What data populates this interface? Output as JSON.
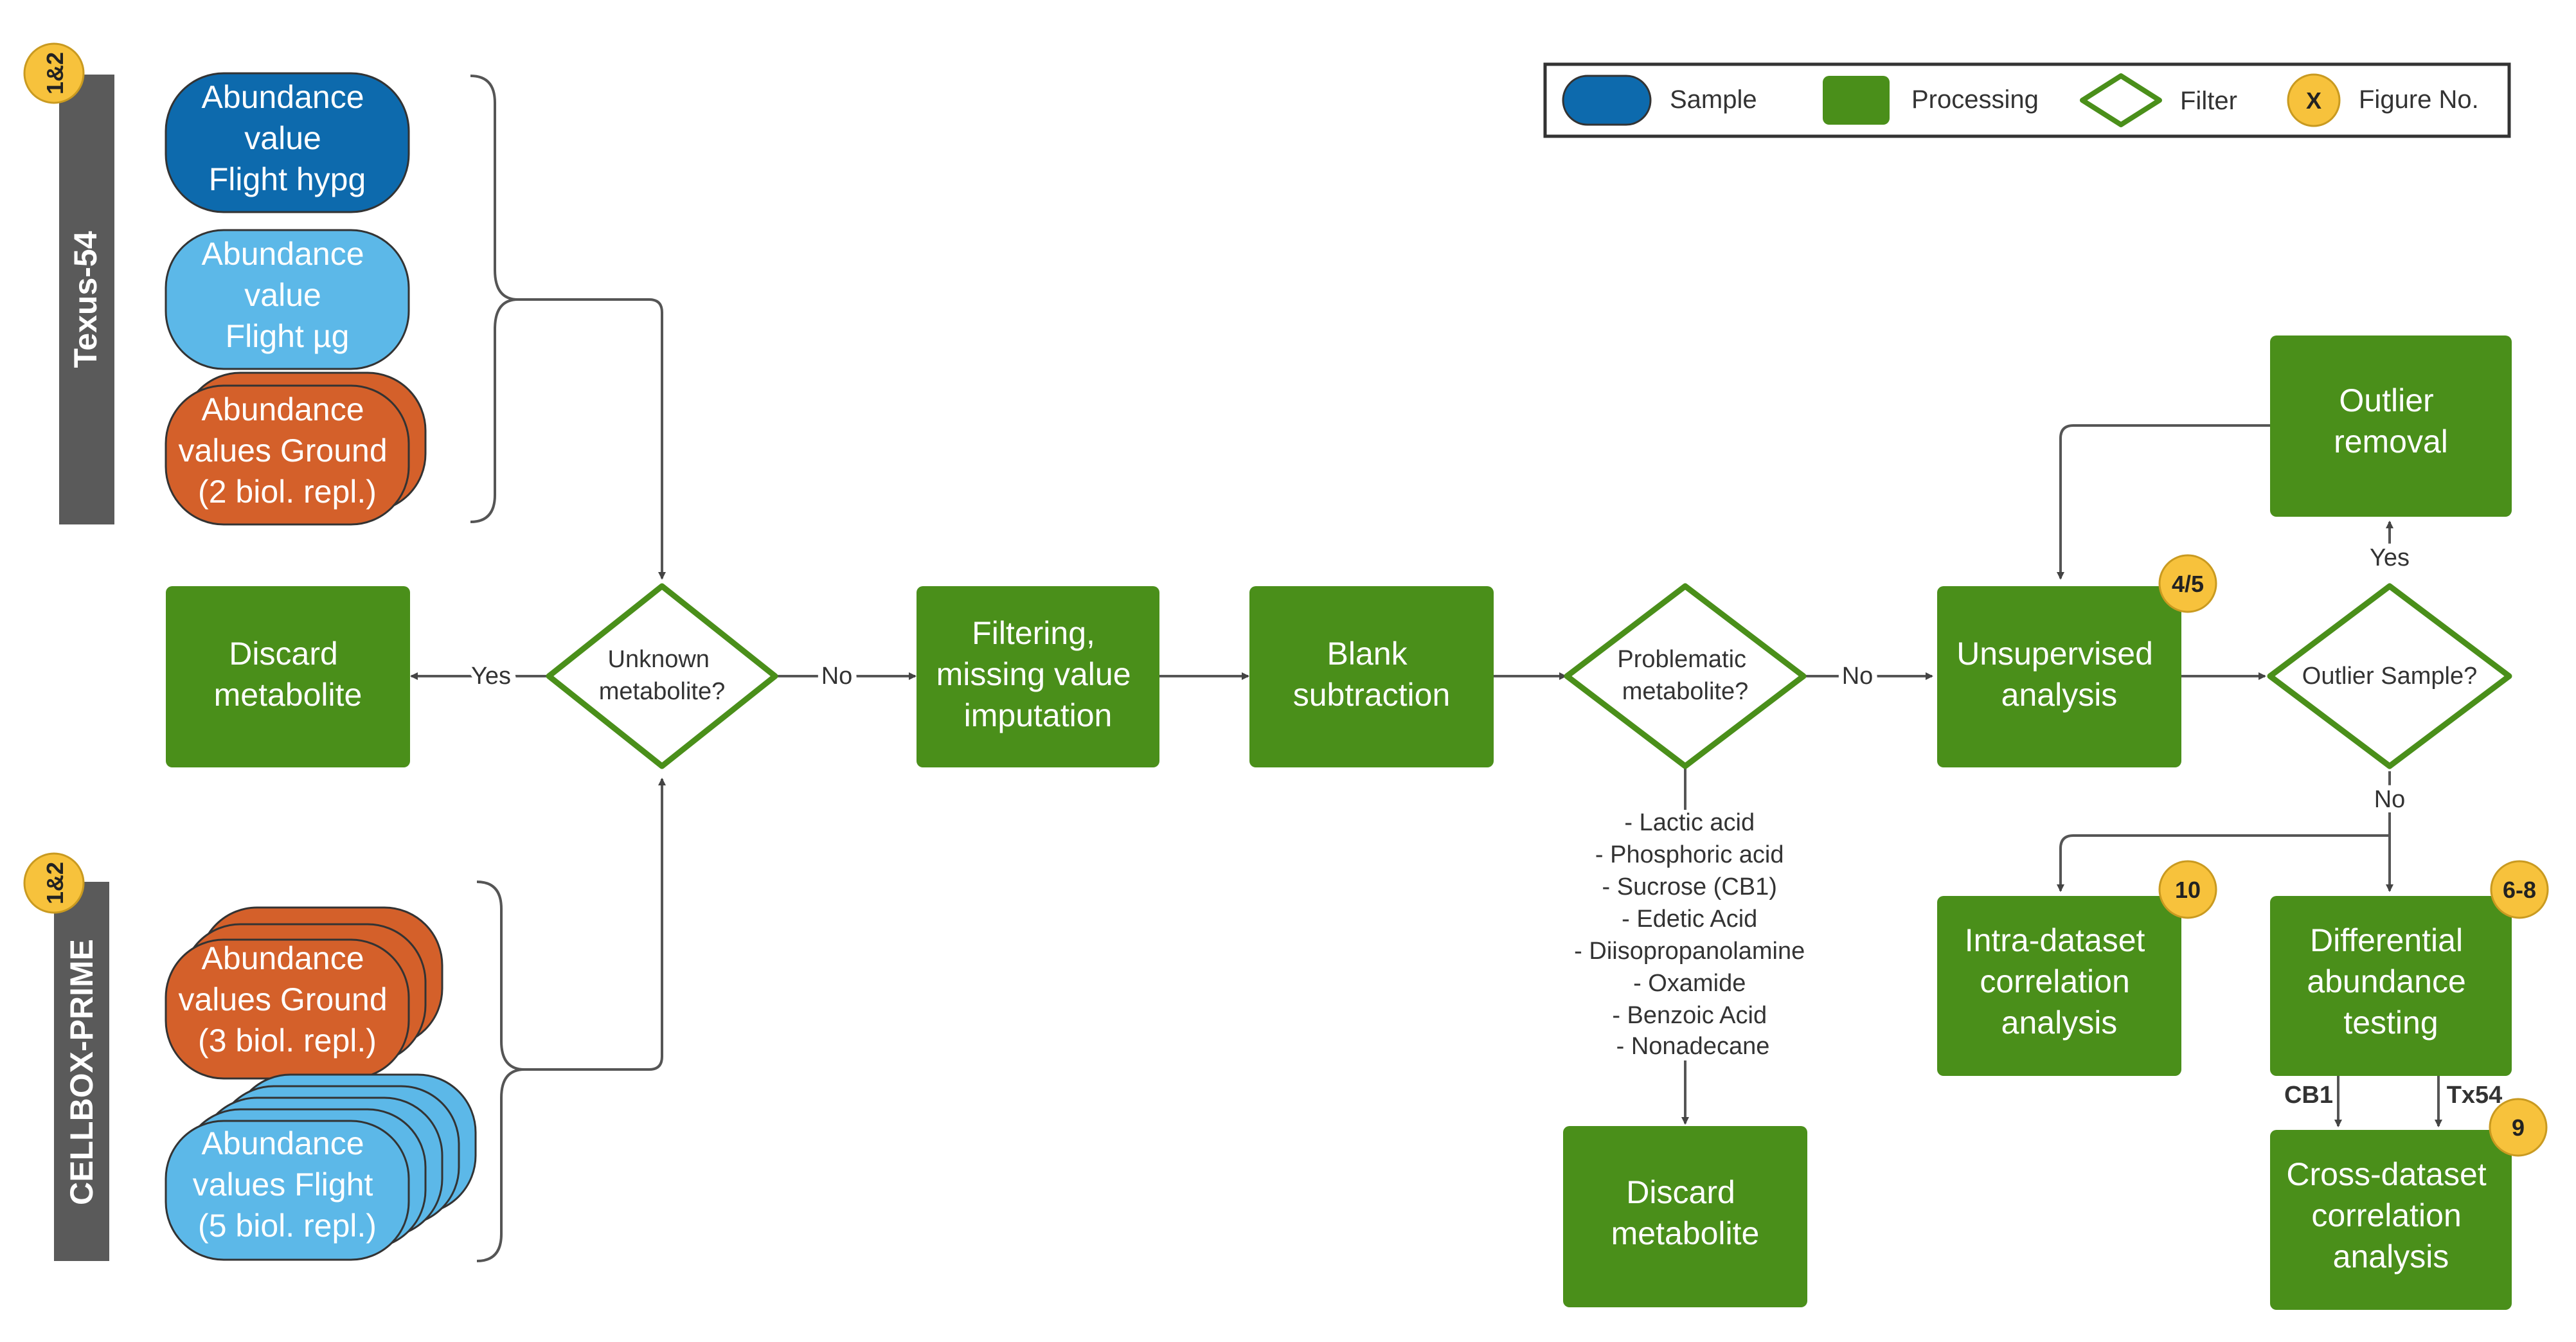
{
  "colors": {
    "sample_dark_blue": "#0d6aad",
    "sample_light_blue": "#5cb8e8",
    "sample_orange": "#d4602a",
    "processing_green": "#4a8f1a",
    "badge_yellow": "#f7c23c",
    "side_bar_gray": "#5a5a5a"
  },
  "legend": {
    "sample": "Sample",
    "processing": "Processing",
    "filter": "Filter",
    "figure_symbol": "X",
    "figure_no": "Figure No."
  },
  "groups": {
    "texus": {
      "label": "Texus-54",
      "badge": "1&2"
    },
    "cellbox": {
      "label": "CELLBOX-PRIME",
      "badge": "1&2"
    }
  },
  "samples": {
    "flight_hypg": [
      "Abundance",
      "value",
      "Flight hypg"
    ],
    "flight_ug": [
      "Abundance",
      "value",
      "Flight µg"
    ],
    "ground_texus": [
      "Abundance",
      "values Ground",
      "(2 biol. repl.)"
    ],
    "ground_cellbox": [
      "Abundance",
      "values Ground",
      "(3 biol. repl.)"
    ],
    "flight_cellbox": [
      "Abundance",
      "values Flight",
      "(5 biol. repl.)"
    ]
  },
  "processing": {
    "discard_left": [
      "Discard",
      "metabolite"
    ],
    "filtering": [
      "Filtering,",
      "missing value",
      "imputation"
    ],
    "blank": [
      "Blank",
      "subtraction"
    ],
    "discard_bottom": [
      "Discard",
      "metabolite"
    ],
    "unsupervised": [
      "Unsupervised",
      "analysis"
    ],
    "outlier_removal": [
      "Outlier",
      "removal"
    ],
    "intra": [
      "Intra-dataset",
      "correlation",
      "analysis"
    ],
    "differential": [
      "Differential",
      "abundance",
      "testing"
    ],
    "cross": [
      "Cross-dataset",
      "correlation",
      "analysis"
    ]
  },
  "filters": {
    "unknown": [
      "Unknown",
      "metabolite?"
    ],
    "problematic": [
      "Problematic",
      "metabolite?"
    ],
    "outlier": [
      "Outlier Sample?"
    ]
  },
  "edge_labels": {
    "yes_left": "Yes",
    "no_unknown": "No",
    "no_problematic": "No",
    "yes_outlier": "Yes",
    "no_outlier": "No",
    "cb1": "CB1",
    "tx54": "Tx54"
  },
  "badges": {
    "unsupervised": "4/5",
    "intra": "10",
    "differential": "6-8",
    "cross": "9"
  },
  "problematic_list": [
    "- Lactic acid",
    "- Phosphoric acid",
    "- Sucrose (CB1)",
    "- Edetic Acid",
    "- Diisopropanolamine",
    "- Oxamide",
    "- Benzoic Acid",
    "- Nonadecane"
  ]
}
